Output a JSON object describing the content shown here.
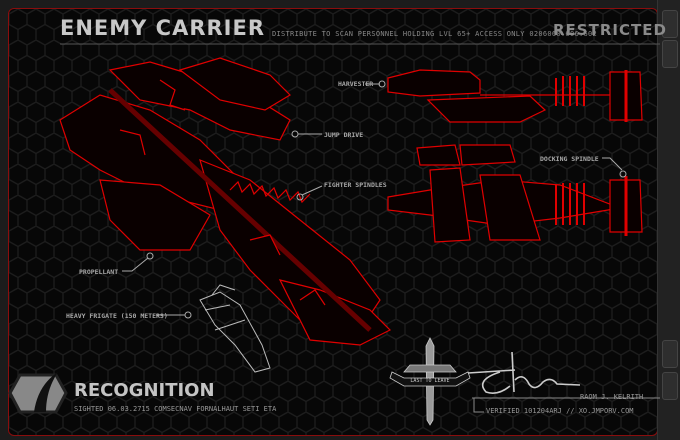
{
  "header": {
    "title": "ENEMY CARRIER",
    "distribution": "DISTRIBUTE TO SCAN PERSONNEL HOLDING LVL 65+ ACCESS ONLY    0206060.606.602",
    "classification": "RESTRICTED"
  },
  "callouts": {
    "harvester": "HARVESTER",
    "jump_drive": "JUMP DRIVE",
    "fighter_spindles": "FIGHTER SPINDLES",
    "docking_spindle": "DOCKING SPINDLE",
    "propellant": "PROPELLANT",
    "heavy_frigate": "HEAVY FRIGATE (150 METERS)"
  },
  "footer": {
    "heading": "RECOGNITION",
    "sighted": "SIGHTED 06.03.2715   COMSECNAV FORNALHAUT SETI ETA",
    "insignia_text": "LAST TO LEAVE",
    "signatory": "RAOM J. KELRITH",
    "verified": "VERIFIED 101204ARJ // XO.JMPORV.COM"
  },
  "colors": {
    "accent": "#e00000",
    "text": "#b8b8b8",
    "background": "#070707"
  }
}
